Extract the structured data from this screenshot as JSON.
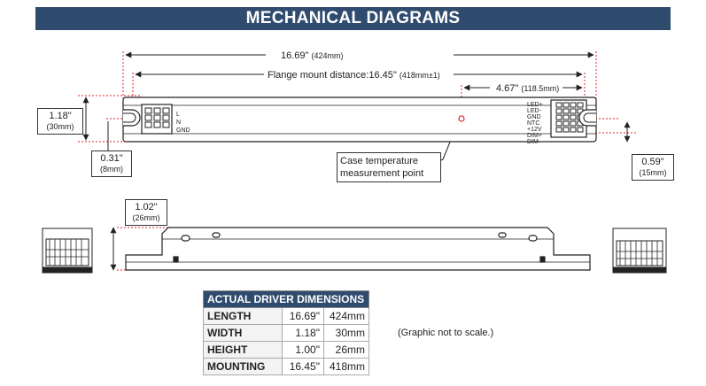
{
  "banner": {
    "title": "MECHANICAL DIAGRAMS"
  },
  "dimensions": {
    "overall": {
      "in": "16.69\"",
      "mm": "(424mm)"
    },
    "flange": {
      "label": "Flange mount distance:16.45\"",
      "mm": "(418mm±1)"
    },
    "right_offset": {
      "in": "4.67\"",
      "mm": "(118.5mm)"
    },
    "width": {
      "in": "1.18\"",
      "mm": "(30mm)"
    },
    "hole_offset": {
      "in": "0.31\"",
      "mm": "(8mm)"
    },
    "right_hole": {
      "in": "0.59\"",
      "mm": "(15mm)"
    },
    "height": {
      "in": "1.02\"",
      "mm": "(26mm)"
    }
  },
  "terminals_left": [
    "L",
    "N",
    "GND"
  ],
  "terminals_right": [
    "LED+",
    "LED-",
    "GND",
    "NTC",
    "+12V",
    "DIM+",
    "DIM-"
  ],
  "callout": {
    "line1": "Case temperature",
    "line2": "measurement point"
  },
  "table": {
    "title": "ACTUAL DRIVER DIMENSIONS",
    "rows": [
      {
        "label": "LENGTH",
        "in": "16.69\"",
        "mm": "424mm"
      },
      {
        "label": "WIDTH",
        "in": "1.18\"",
        "mm": "30mm"
      },
      {
        "label": "HEIGHT",
        "in": "1.00\"",
        "mm": "26mm"
      },
      {
        "label": "MOUNTING",
        "in": "16.45\"",
        "mm": "418mm"
      }
    ]
  },
  "note": "(Graphic not to scale.)",
  "colors": {
    "banner": "#2f4b6e",
    "dim_red": "#d9262b",
    "line": "#222222"
  }
}
